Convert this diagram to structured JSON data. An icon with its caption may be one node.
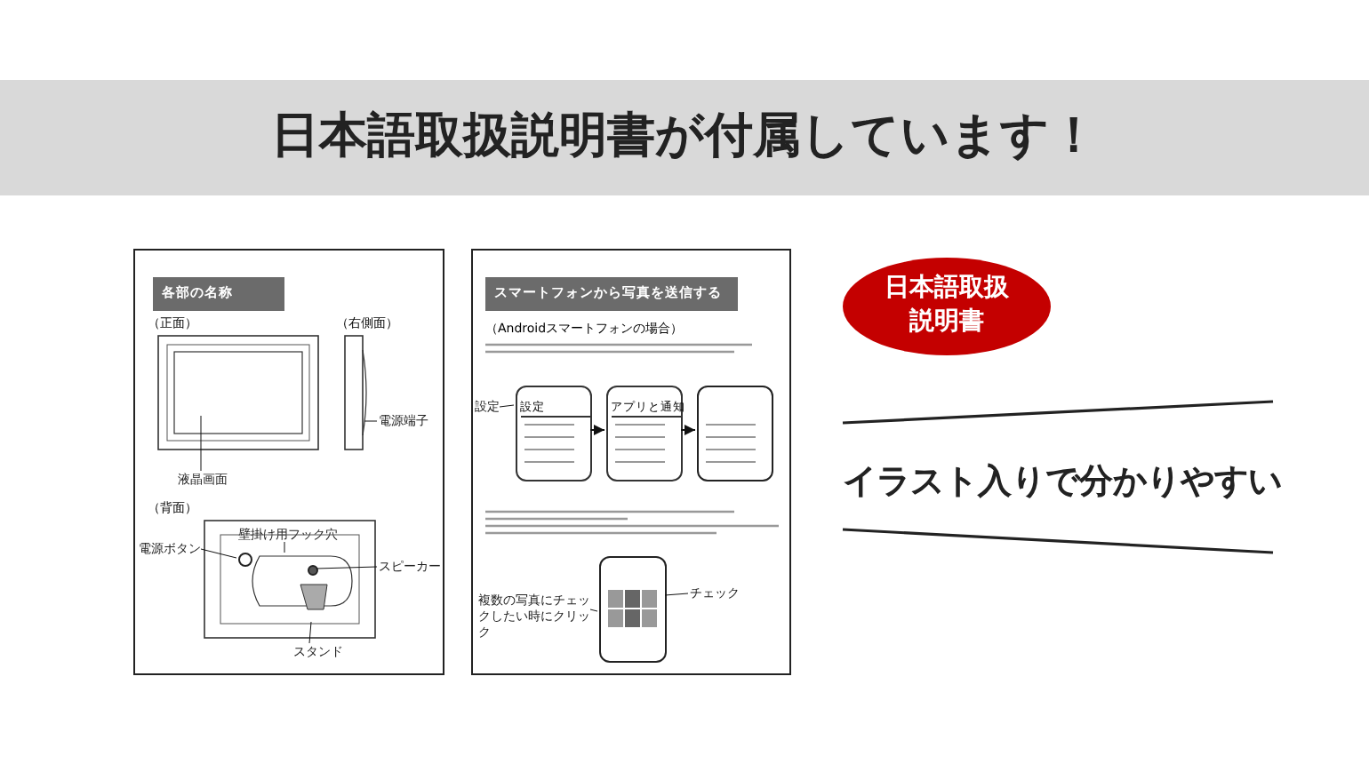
{
  "diagram": {
    "title": "日本語取扱説明書が付属しています！",
    "nodes": [
      {
        "text": [],
        "shape": "box"
      },
      {
        "text": [
          "各部の名称"
        ],
        "in": 0
      },
      {
        "text": [],
        "shape": "box"
      },
      {
        "text": [
          "スマートフォンから写真を送信する"
        ],
        "in": 2
      },
      {
        "text": [
          "設定"
        ],
        "in": 2
      },
      {
        "text": [
          "アプリと通知"
        ],
        "in": 2
      },
      {
        "text": [],
        "shape": "box",
        "in": 2
      },
      {
        "text": [
          "設定"
        ],
        "in": 2
      },
      {
        "text": [],
        "shape": "box",
        "in": 2
      },
      {
        "text": [
          "チェック"
        ],
        "in": 2
      },
      {
        "text": [
          "複数の写真にチェックしたい時にクリック"
        ],
        "in": 2
      },
      {
        "text": [
          "日本語取扱説明書"
        ]
      },
      {
        "text": [
          "液晶画面"
        ],
        "in": 0
      },
      {
        "text": [
          "電源ボタン"
        ],
        "in": 0
      },
      {
        "text": [
          "壁掛け用フック穴"
        ],
        "in": 0
      },
      {
        "text": [
          "スピーカー"
        ],
        "in": 0
      },
      {
        "text": [
          "スタンド"
        ],
        "in": 0
      },
      {
        "text": [
          "電源端子"
        ],
        "in": 0
      },
      {
        "text": [],
        "shape": "circle",
        "in": 0
      },
      {
        "text": [],
        "shape": "circle",
        "in": 0
      }
    ],
    "edges": [
      {
        "from": 4,
        "to": 5,
        "arrow": "to"
      },
      {
        "from": 5,
        "to": 6,
        "arrow": "to"
      },
      {
        "from": 7,
        "to": 4,
        "arrow": "none"
      },
      {
        "from": 9,
        "to": 8,
        "arrow": "none"
      },
      {
        "from": 10,
        "to": 8,
        "arrow": "none"
      },
      {
        "from": 12,
        "to": null,
        "arrow": "none"
      },
      {
        "from": 13,
        "to": 18,
        "arrow": "none"
      },
      {
        "from": 14,
        "to": null,
        "arrow": "none"
      },
      {
        "from": 15,
        "to": 19,
        "arrow": "none"
      },
      {
        "from": 16,
        "to": null,
        "arrow": "none"
      },
      {
        "from": 17,
        "to": null,
        "arrow": "none"
      }
    ],
    "labels": [
      "（正面）",
      "（右側面）",
      "（背面）",
      "（Androidスマートフォンの場合）",
      "イラスト入りで分かりやすい"
    ]
  }
}
